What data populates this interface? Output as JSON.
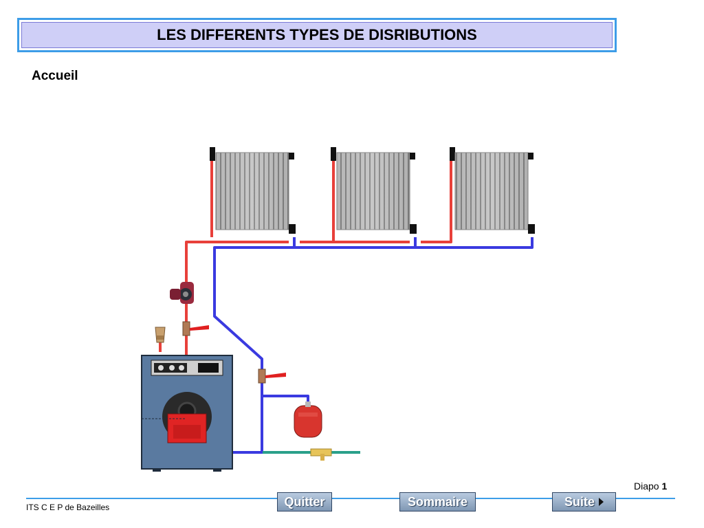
{
  "header": {
    "title": "LES DIFFERENTS TYPES DE DISRIBUTIONS"
  },
  "section": {
    "title": "Accueil"
  },
  "footer": {
    "org": "ITS C E P de Bazeilles",
    "slide_label": "Diapo",
    "slide_number": "1"
  },
  "nav": {
    "quit_label": "Quitter",
    "summary_label": "Sommaire",
    "next_label": "Suite"
  },
  "colors": {
    "accent": "#3d9de8",
    "title_fill": "#cfcff7",
    "hot_pipe": "#e8403a",
    "cold_pipe": "#3a3ae0",
    "supply_pipe": "#2aa08a"
  },
  "icons": [
    "radiator-icon",
    "pump-icon",
    "safety-valve-icon",
    "valve-icon",
    "expansion-tank-icon",
    "boiler-icon",
    "arrow-right-icon"
  ]
}
